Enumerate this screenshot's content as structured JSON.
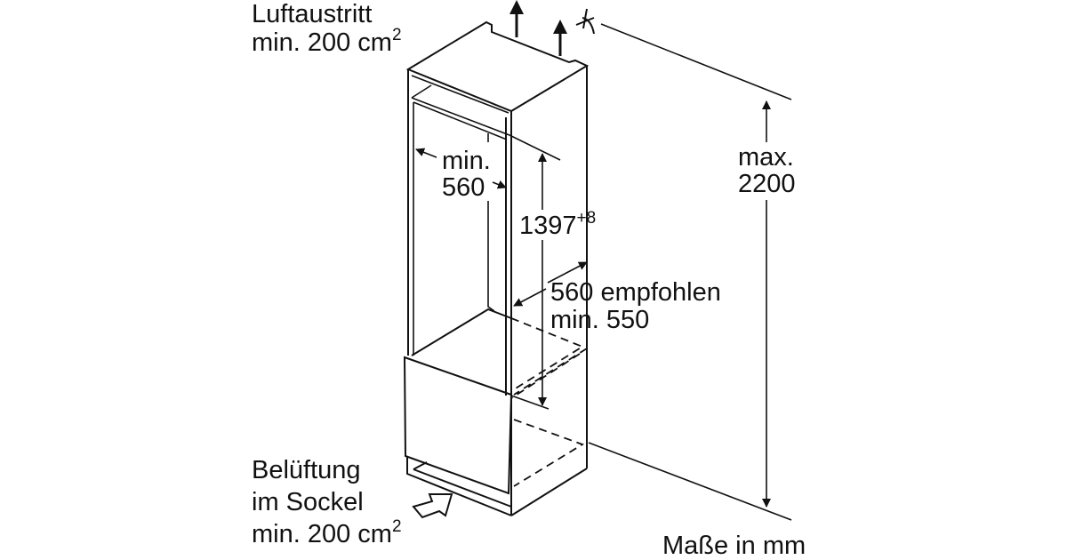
{
  "title": "Built-in niche dimensions",
  "labels": {
    "air_outlet": "Luftaustritt",
    "air_outlet_min": "min. 200 cm",
    "air_outlet_exp": "2",
    "niche_width_min": "min.",
    "niche_width_value": "560",
    "niche_height": "1397",
    "niche_height_tol": "+8",
    "depth_recommended": "560 empfohlen",
    "depth_min": "min. 550",
    "max_label": "max.",
    "max_value": "2200",
    "ventilation_1": "Belüftung",
    "ventilation_2": "im Sockel",
    "ventilation_min": "min. 200 cm",
    "ventilation_exp": "2",
    "units": "Maße in mm"
  }
}
